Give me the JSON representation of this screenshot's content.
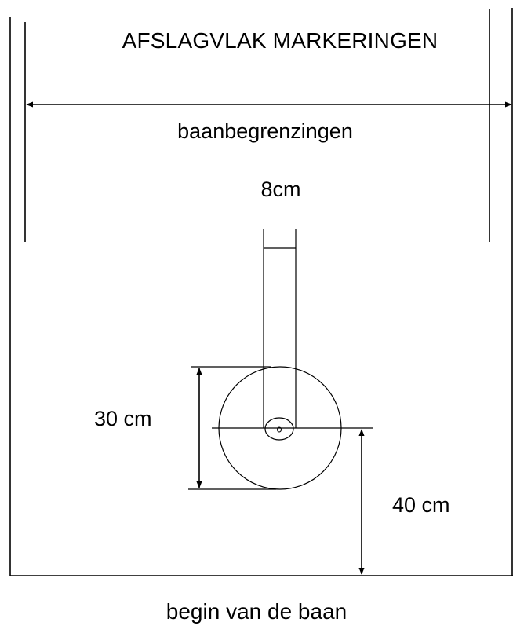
{
  "title": "AFSLAGVLAK MARKERINGEN",
  "labels": {
    "lane_boundaries": "baanbegrenzingen",
    "width": "8cm",
    "ball_zone_height": "30 cm",
    "distance_from_start": "40 cm",
    "lane_start": "begin van de baan"
  },
  "colors": {
    "line": "#000000",
    "background": "#ffffff"
  }
}
